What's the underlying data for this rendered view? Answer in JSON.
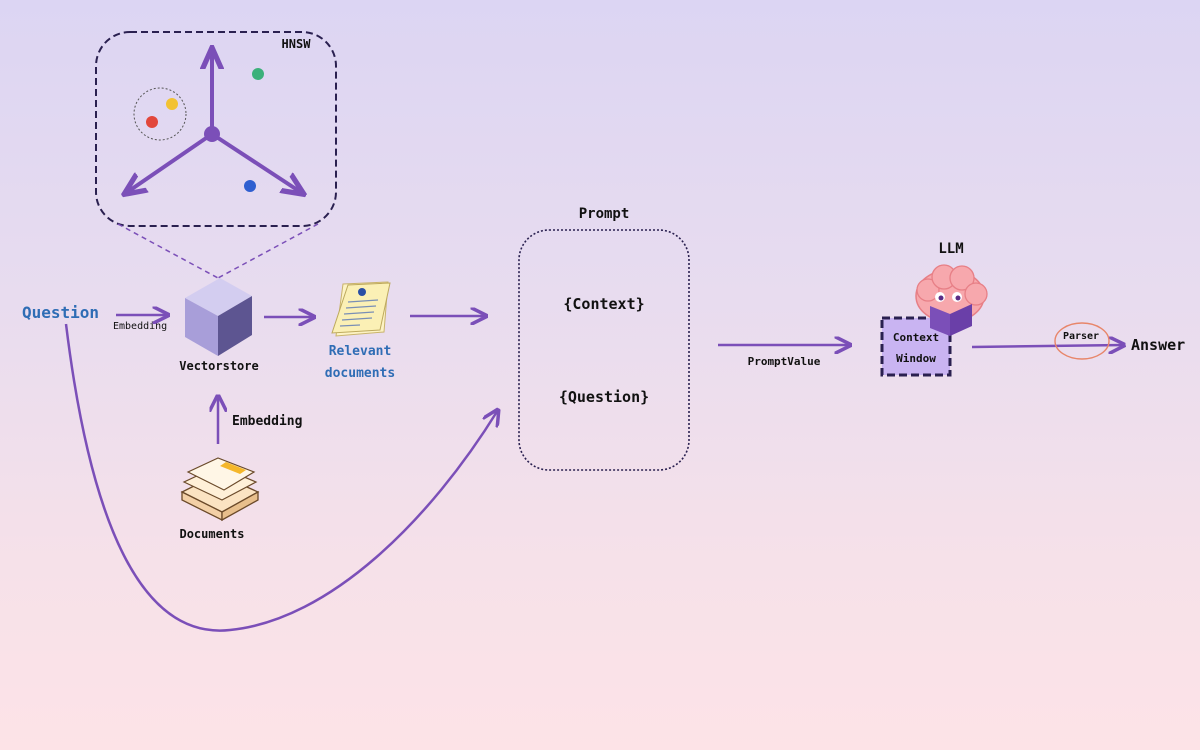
{
  "hnsw": {
    "title": "HNSW"
  },
  "question": {
    "label": "Question",
    "embedding_label": "Embedding"
  },
  "vectorstore": {
    "label": "Vectorstore"
  },
  "documents": {
    "label": "Documents",
    "embedding_label": "Embedding"
  },
  "relevant_documents": {
    "line1": "Relevant",
    "line2": "documents"
  },
  "prompt": {
    "title": "Prompt",
    "context_slot": "{Context}",
    "question_slot": "{Question}"
  },
  "prompt_value": {
    "label": "PromptValue"
  },
  "llm": {
    "title": "LLM",
    "context_window_line1": "Context",
    "context_window_line2": "Window"
  },
  "parser": {
    "label": "Parser"
  },
  "answer": {
    "label": "Answer"
  },
  "colors": {
    "arrow": "#7b4fb8",
    "accent_text": "#2f6db5",
    "dark_border": "#2a2050",
    "context_window_fill": "#c9b4f2",
    "parser_circle": "#e8866a"
  }
}
